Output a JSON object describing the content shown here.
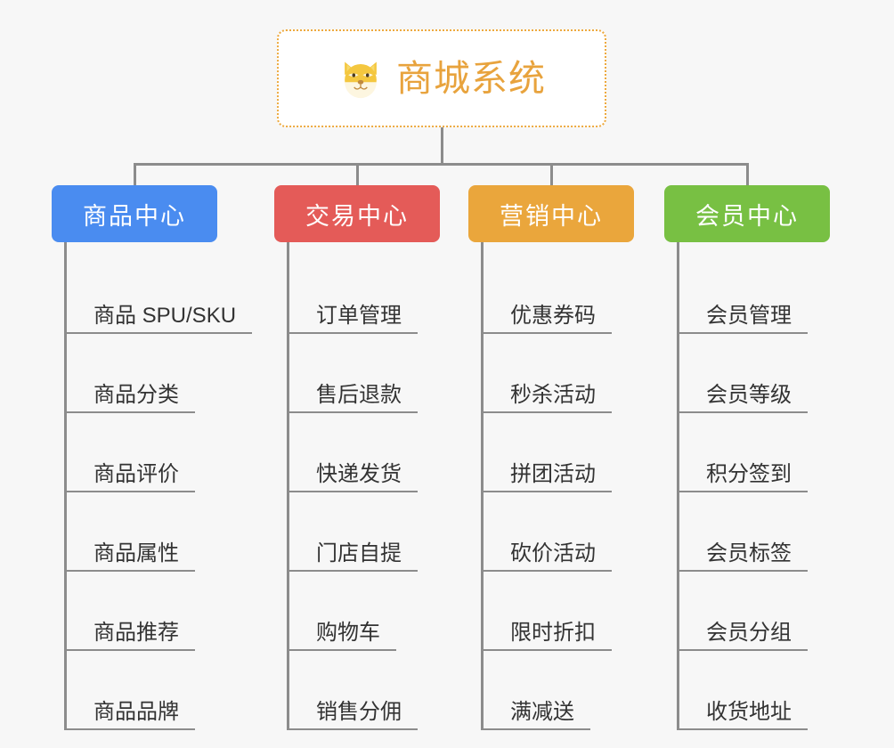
{
  "page": {
    "background_color": "#f7f7f7",
    "line_color": "#8c8c8c",
    "leaf_text_color": "#333333"
  },
  "root": {
    "title": "商城系统",
    "icon": "shiba-dog-emoji",
    "icon_glyph": "🐶",
    "text_color": "#e8a33d",
    "border_color": "#eda93e",
    "background_color": "#ffffff"
  },
  "columns": [
    {
      "id": "product-center",
      "title": "商品中心",
      "color": "#4a8cf0",
      "items": [
        "商品 SPU/SKU",
        "商品分类",
        "商品评价",
        "商品属性",
        "商品推荐",
        "商品品牌"
      ]
    },
    {
      "id": "trade-center",
      "title": "交易中心",
      "color": "#e45b58",
      "items": [
        "订单管理",
        "售后退款",
        "快递发货",
        "门店自提",
        "购物车",
        "销售分佣"
      ]
    },
    {
      "id": "marketing-center",
      "title": "营销中心",
      "color": "#eaa63c",
      "items": [
        "优惠券码",
        "秒杀活动",
        "拼团活动",
        "砍价活动",
        "限时折扣",
        "满减送"
      ]
    },
    {
      "id": "member-center",
      "title": "会员中心",
      "color": "#78c043",
      "items": [
        "会员管理",
        "会员等级",
        "积分签到",
        "会员标签",
        "会员分组",
        "收货地址"
      ]
    }
  ]
}
